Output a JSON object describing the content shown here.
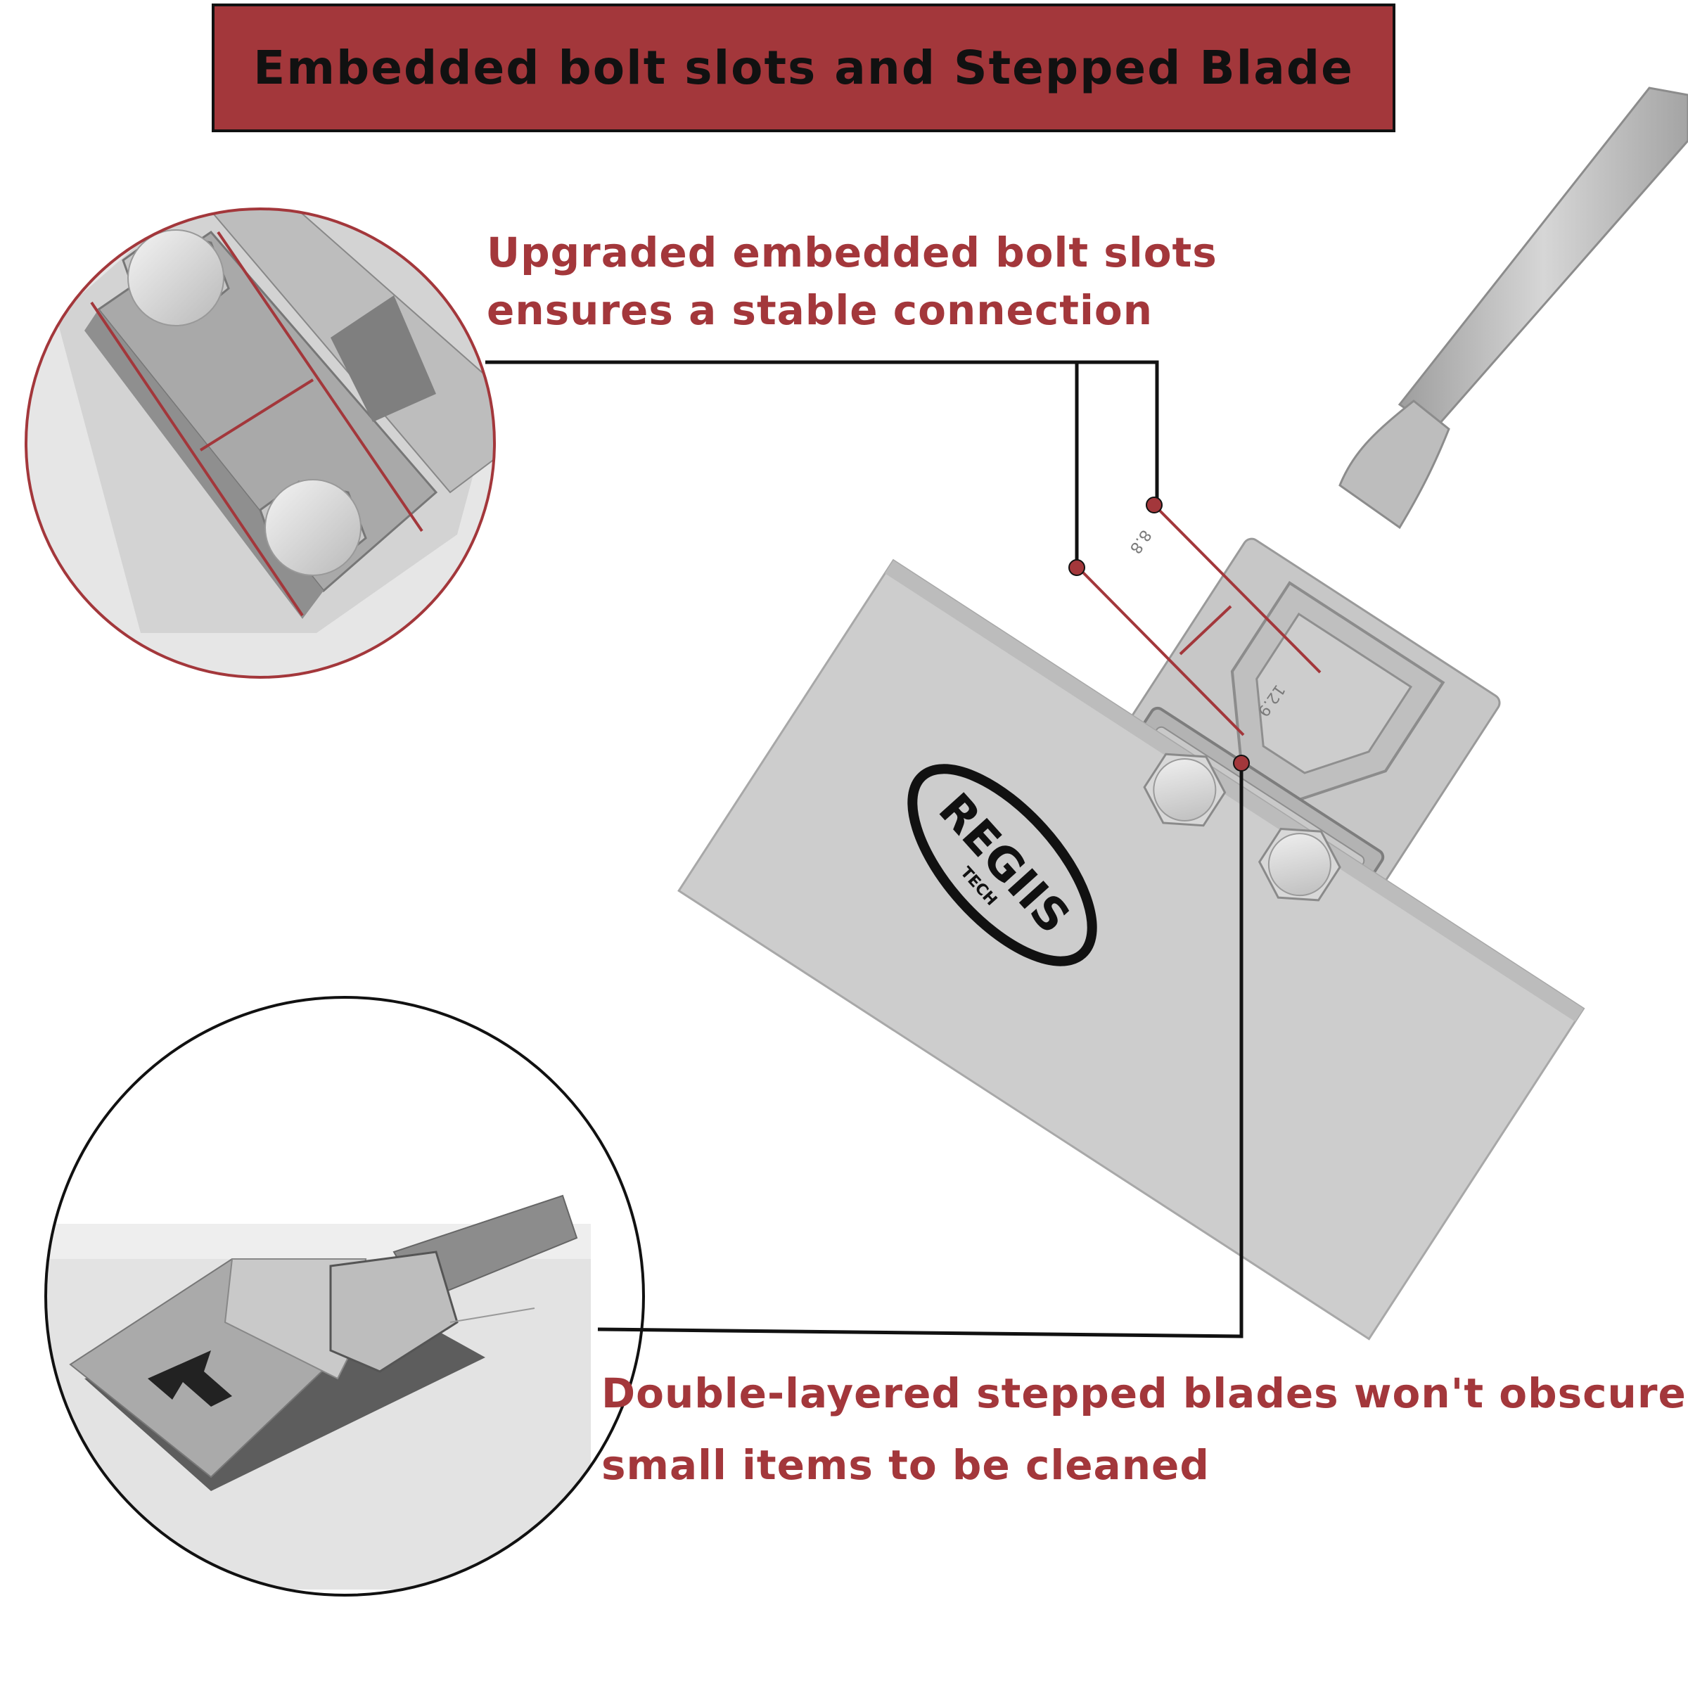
{
  "banner": {
    "title": "Embedded bolt slots and Stepped Blade"
  },
  "callouts": {
    "top": {
      "line1": "Upgraded embedded bolt slots",
      "line2": "ensures a stable connection"
    },
    "bottom": {
      "line1": "Double-layered stepped blades won't obscure",
      "line2": "small items to be cleaned"
    }
  },
  "logo": {
    "brand": "REGIIS",
    "sub": "TECH"
  },
  "bolt_marks": [
    "8.8",
    "12.9"
  ],
  "colors": {
    "accent": "#a3373b",
    "steel": "#cfcfcf",
    "steel_dark": "#a9a9a9",
    "line": "#111111"
  }
}
